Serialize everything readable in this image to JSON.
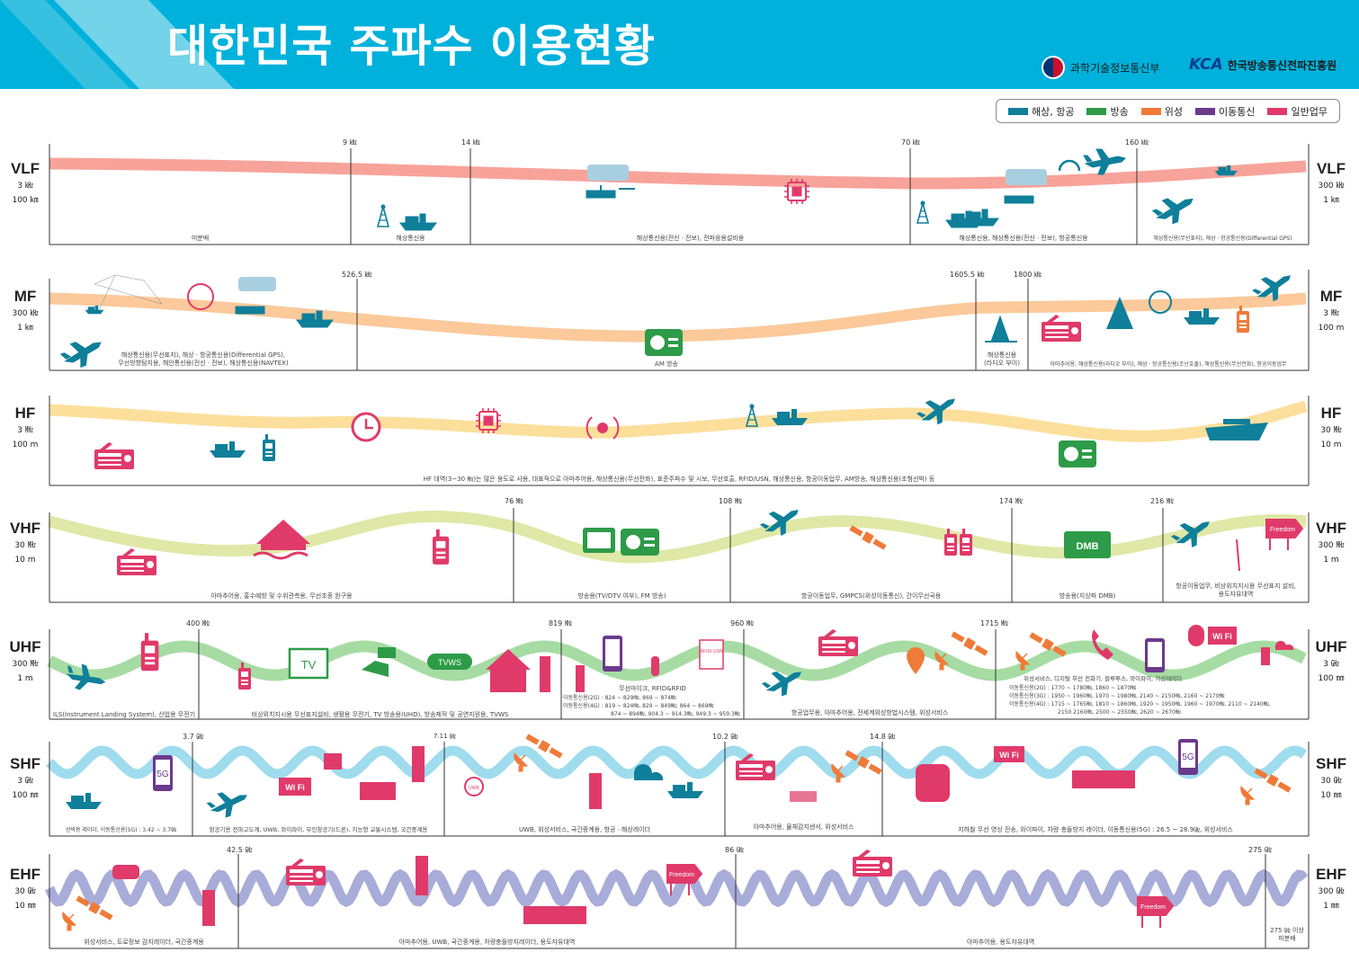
{
  "title": "대한민국 주파수 이용현황",
  "logos": {
    "org1": "과학기술정보통신부",
    "org2_brand": "KCA",
    "org2": "한국방송통신전파진흥원"
  },
  "legend": [
    {
      "label": "해상, 항공",
      "color": "#0f7f9a"
    },
    {
      "label": "방송",
      "color": "#2d9b48"
    },
    {
      "label": "위성",
      "color": "#f07a37"
    },
    {
      "label": "이동통신",
      "color": "#6b3a8c"
    },
    {
      "label": "일반업무",
      "color": "#e03a6a"
    }
  ],
  "bands": [
    {
      "name": "VLF",
      "left_range": [
        "3 ㎑",
        "100 ㎞"
      ],
      "right_range": [
        "300 ㎑",
        "1 ㎞"
      ],
      "ticks": [
        "9 ㎑",
        "14 ㎑",
        "70 ㎑",
        "160 ㎑"
      ],
      "labels": [
        "미분배",
        "해상통신용",
        "해상통신용(전신ㆍ전보), 전파응용설비용",
        "해상통신용, 해상통신용(전신ㆍ전보), 항공통신용",
        "해상통신용(무선표지), 해상ㆍ항공통신용(Differential GPS)"
      ]
    },
    {
      "name": "MF",
      "left_range": [
        "300 ㎑",
        "1 ㎞"
      ],
      "right_range": [
        "3 ㎒",
        "100 m"
      ],
      "ticks": [
        "526.5 ㎑",
        "1605.5 ㎑",
        "1800 ㎑"
      ],
      "labels": [
        "해상통신용(무선표지), 해상ㆍ항공통신용(Differential GPS),",
        "무선방향탐지용, 해안통신용(전신ㆍ전보), 해상통신용(NAVTEX)",
        "AM 방송",
        "해상통신용",
        "(라디오 부이)",
        "아마추어용, 해상통신용(라디오 부이), 해상ㆍ항공통신용(조난호출), 해상통신용(무선전화), 항공이동업무"
      ]
    },
    {
      "name": "HF",
      "left_range": [
        "3 ㎒",
        "100 m"
      ],
      "right_range": [
        "30 ㎒",
        "10 m"
      ],
      "ticks": [],
      "labels": [
        "HF 대역(3~30 ㎒)는 많은 용도로 사용, 대표적으로 아마추어용, 해상통신용(무선전화), 표준주파수 및 시보, 무선호출, RFID/USN, 해상통신용, 항공이동업무, AM방송, 해상통신용(조형선박) 등"
      ]
    },
    {
      "name": "VHF",
      "left_range": [
        "30 ㎒",
        "10 m"
      ],
      "right_range": [
        "300 ㎒",
        "1 m"
      ],
      "ticks": [
        "76 ㎒",
        "108 ㎒",
        "174 ㎒",
        "216 ㎒"
      ],
      "labels": [
        "아마추어용, 홍수예방 및 수위관측용, 무선조종 완구용",
        "방송용(TV/DTV 여부), FM 방송)",
        "항공이동업무, GMPCS(위성이동통신), 간이무선국용",
        "방송용(지상파 DMB)",
        "항공이동업무, 비상위치지시용 무선표지 설비,",
        "용도자유대역"
      ],
      "icon_texts": [
        "DMB",
        "Freedom"
      ]
    },
    {
      "name": "UHF",
      "left_range": [
        "300 ㎒",
        "1 m"
      ],
      "right_range": [
        "3 ㎓",
        "100 ㎜"
      ],
      "ticks": [
        "400 ㎒",
        "819 ㎒",
        "960 ㎒",
        "1715 ㎒"
      ],
      "labels": [
        "ILS(Instrument Landing System), 산업용 무전기",
        "비상위치지시용 무선표지설비, 생활용 무전기, TV 방송용(UHD), 방송제작 및 공연지원용, TVWS",
        "무선마이크, RFID&RFID",
        "이동통신용(2G) : 824 ~ 829㎒, 869 ~ 874㎒",
        "이동통신용(4G) : 819 ~ 824㎒, 829 ~ 849㎒, 864 ~ 869㎒",
        "874 ~ 894㎒, 904.3 ~ 914.3㎒, 949.3 ~ 959.3㎒",
        "항공업무용, 아마추어용, 전세계위성항법시스템, 위성서비스",
        "위성서비스, 디지털 무선 전화기, 블루투스, 와이파이, 기상레이더",
        "이동통신용(2G) : 1770 ~ 1780㎒, 1860 ~ 1870㎒",
        "이동통신용(3G) : 1950 ~ 1960㎒, 1970 ~ 1980㎒, 2140 ~ 2150㎒, 2160 ~ 2170㎒",
        "이동통신용(4G) : 1715 ~ 1765㎒, 1810 ~ 1860㎒, 1920 ~ 1950㎒, 1960 ~ 1970㎒, 2110 ~ 2140㎒,",
        "2150 2160㎒, 2500 ~ 2550㎒, 2620 ~ 2670㎒"
      ],
      "icon_texts": [
        "TV",
        "TVWS",
        "RFID/ USN",
        "Wi Fi"
      ]
    },
    {
      "name": "SHF",
      "left_range": [
        "3 ㎓",
        "100 ㎜"
      ],
      "right_range": [
        "30 ㎓",
        "10 ㎜"
      ],
      "ticks": [
        "3.7 ㎓",
        "7.11 ㎓",
        "10.2 ㎓",
        "14.8 ㎓"
      ],
      "labels": [
        "선박용 레이더, 이동통신용(5G) : 3.42 ~ 3.7㎓",
        "항공기용 전파고도계, UWB, 와이파이, 무인항공기(드론), 지능형 교통시스템, 국간중계용",
        "UWB, 위성서비스, 국간중계용, 항공ㆍ해상레이더",
        "아마추어용, 물체감지센서, 위성서비스",
        "지하철 무선 영상 전송, 와이파이, 차량 충돌방지 레이더, 이동통신용(5G) : 26.5 ~ 28.9㎓, 위성서비스"
      ],
      "icon_texts": [
        "5G",
        "Wi Fi",
        "UWB",
        "Wi Fi",
        "5G"
      ]
    },
    {
      "name": "EHF",
      "left_range": [
        "30 ㎓",
        "10 ㎜"
      ],
      "right_range": [
        "300 ㎓",
        "1 ㎜"
      ],
      "ticks": [
        "42.5 ㎓",
        "86 ㎓",
        "275 ㎓"
      ],
      "labels": [
        "위성서비스, 도로정보 감지레이더, 국간중계용",
        "아마추어용, UWB, 국간중계용, 차량충돌방지레이더, 용도자유대역",
        "아마추어용, 용도자유대역",
        "275 ㎓ 이상",
        "미분배"
      ],
      "icon_texts": [
        "Freedom",
        "Freedom"
      ]
    }
  ]
}
